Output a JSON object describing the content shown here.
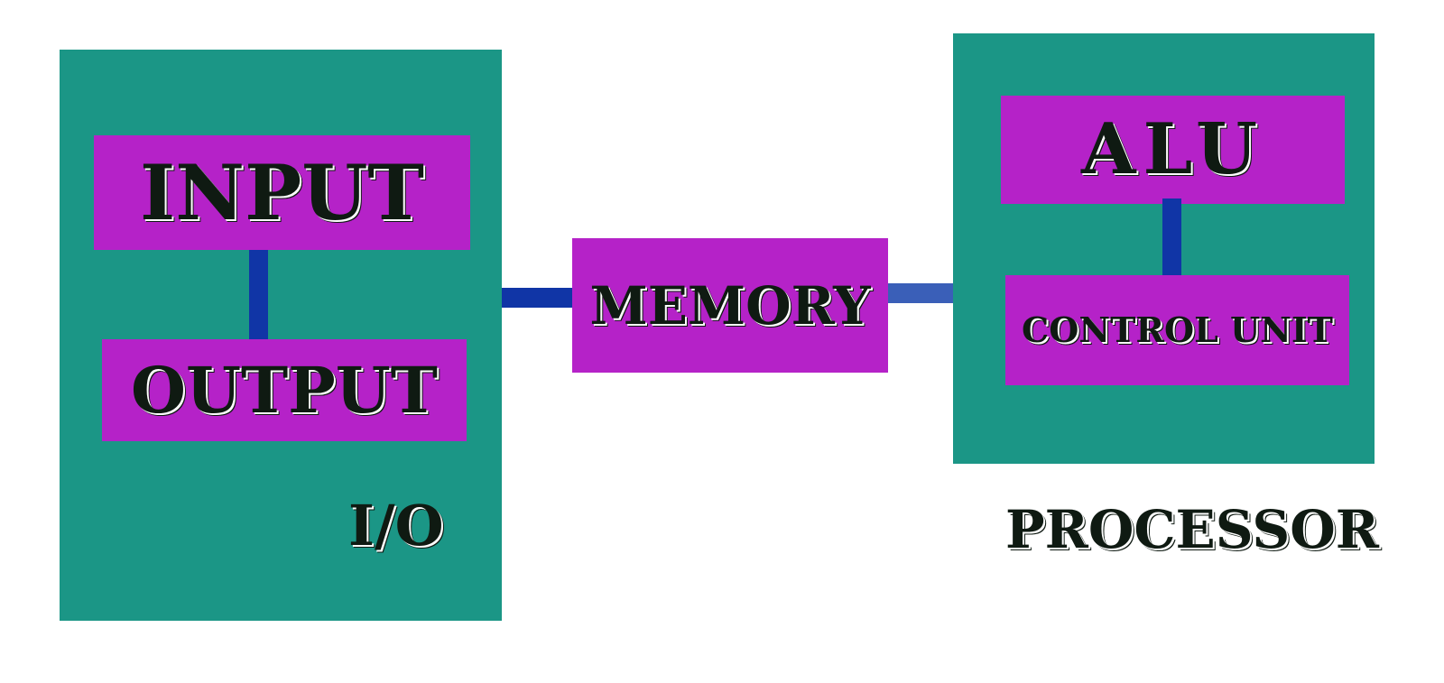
{
  "diagram": {
    "io": {
      "input_label": "INPUT",
      "output_label": "OUTPUT",
      "caption": "I/O"
    },
    "memory": {
      "label": "MEMORY"
    },
    "processor": {
      "alu_label": "ALU",
      "control_unit_label": "CONTROL UNIT",
      "caption": "PROCESSOR"
    }
  },
  "colors": {
    "panel": "#1b9686",
    "box": "#b522c8",
    "connector": "#1035a6",
    "connector_light": "#3a5fb8",
    "text": "#0f1a12"
  }
}
